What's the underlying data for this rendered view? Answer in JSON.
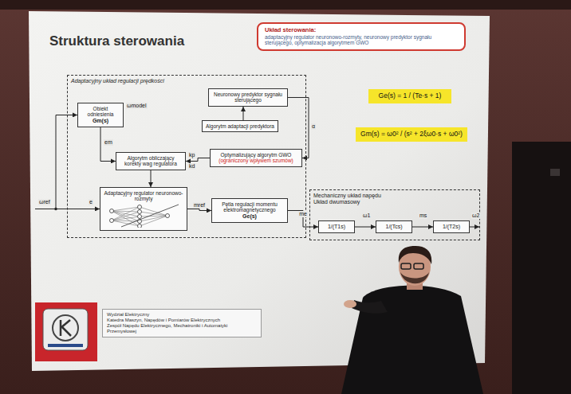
{
  "diagram": {
    "title": "Struktura sterowania",
    "nodes": [
      {
        "text": [
          "Układ sterowania:",
          "adaptacyjny regulator neuronowo-rozmyty, neuronowy predyktor sygnału sterującego, optymalizacja algorytmem GWO"
        ]
      },
      {
        "text": [
          "Ge(s) = 1 / (Te·s + 1)"
        ]
      },
      {
        "text": [
          "Gm(s) = ω0² / (s² + 2ξω0·s + ω0²)"
        ]
      },
      {
        "text": [
          "Adaptacyjny układ regulacji prędkości"
        ]
      },
      {
        "text": [
          "Obiekt odniesienia",
          "Gm(s)"
        ],
        "in": 3
      },
      {
        "text": [
          "Neuronowy predyktor sygnału sterującego"
        ],
        "in": 3
      },
      {
        "text": [
          "Algorytm adaptacji predyktora"
        ],
        "in": 3
      },
      {
        "text": [
          "Algorytm obliczający korekty wag regulatora"
        ],
        "in": 3
      },
      {
        "text": [
          "Optymalizujący algorytm GWO",
          "(ograniczony wpływem szumów)"
        ],
        "in": 3
      },
      {
        "text": [
          "Adaptacyjny regulator neuronowo-rozmyty"
        ],
        "in": 3
      },
      {
        "text": [
          "Pętla regulacji momentu elektromagnetycznego",
          "Ge(s)"
        ],
        "in": 3
      },
      {
        "text": [
          "Mechaniczny układ napędu",
          "Układ dwumasowy"
        ]
      },
      {
        "text": [
          "1/(T1s)"
        ],
        "in": 11
      },
      {
        "text": [
          "1/(Tcs)"
        ],
        "in": 11
      },
      {
        "text": [
          "1/(T2s)"
        ],
        "in": 11
      },
      {
        "text": [
          "Wydział Elektryczny",
          "Katedra Maszyn, Napędów i Pomiarów Elektrycznych",
          "Zespół Napędu Elektrycznego, Mechatroniki i Automatyki Przemysłowej"
        ]
      }
    ],
    "edges": [
      {
        "from": 9,
        "to": 10,
        "arrow": "to",
        "label": "mref"
      },
      {
        "from": 10,
        "to": 12,
        "arrow": "to",
        "label": "me"
      },
      {
        "from": 12,
        "to": 13,
        "arrow": "to"
      },
      {
        "from": 13,
        "to": 14,
        "arrow": "to"
      },
      {
        "from": 4,
        "to": 7,
        "arrow": "to"
      },
      {
        "from": 7,
        "to": 9,
        "arrow": "to"
      },
      {
        "from": 8,
        "to": 7,
        "arrow": "to"
      },
      {
        "from": 6,
        "to": 5,
        "arrow": "to"
      },
      {
        "from": 5,
        "to": 8,
        "arrow": "to"
      }
    ],
    "labels": [
      "ωref",
      "e",
      "ωmodel",
      "em",
      "kp",
      "kd",
      "α",
      "ω1",
      "ms",
      "ω2"
    ]
  }
}
